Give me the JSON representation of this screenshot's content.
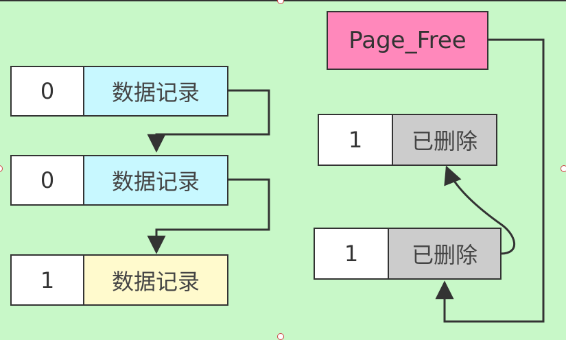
{
  "colors": {
    "background": "#c8f8c8",
    "data_record": "#c8f8ff",
    "deleted_data_record": "#fffacd",
    "deleted": "#cccccc",
    "page_free": "#ff88bb",
    "line": "#333333"
  },
  "page_free": {
    "label": "Page_Free"
  },
  "list": [
    {
      "flag": "0",
      "label": "数据记录"
    },
    {
      "flag": "0",
      "label": "数据记录"
    },
    {
      "flag": "1",
      "label": "数据记录"
    }
  ],
  "free_list": [
    {
      "flag": "1",
      "label": "已删除"
    },
    {
      "flag": "1",
      "label": "已删除"
    }
  ]
}
